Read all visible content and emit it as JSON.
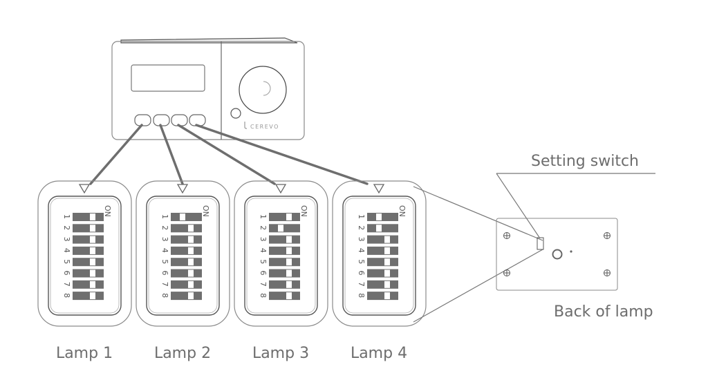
{
  "device": {
    "brand": "CEREVO"
  },
  "lamps": [
    {
      "label": "Lamp 1",
      "on_label": "ON",
      "switches": [
        0,
        0,
        0,
        0,
        0,
        0,
        0,
        0
      ]
    },
    {
      "label": "Lamp 2",
      "on_label": "ON",
      "switches": [
        1,
        0,
        0,
        0,
        0,
        0,
        0,
        0
      ]
    },
    {
      "label": "Lamp 3",
      "on_label": "ON",
      "switches": [
        0,
        1,
        0,
        0,
        0,
        0,
        0,
        0
      ]
    },
    {
      "label": "Lamp 4",
      "on_label": "ON",
      "switches": [
        1,
        1,
        0,
        0,
        0,
        0,
        0,
        0
      ]
    }
  ],
  "switch_numbers": [
    "1",
    "2",
    "3",
    "4",
    "5",
    "6",
    "7",
    "8"
  ],
  "callouts": {
    "setting_switch": "Setting switch",
    "back_of_lamp": "Back of lamp"
  },
  "colors": {
    "line": "#6e6e6e",
    "switch_body": "#6f6f6f",
    "outline": "#8a8a8a",
    "text": "#6d6d6d"
  }
}
